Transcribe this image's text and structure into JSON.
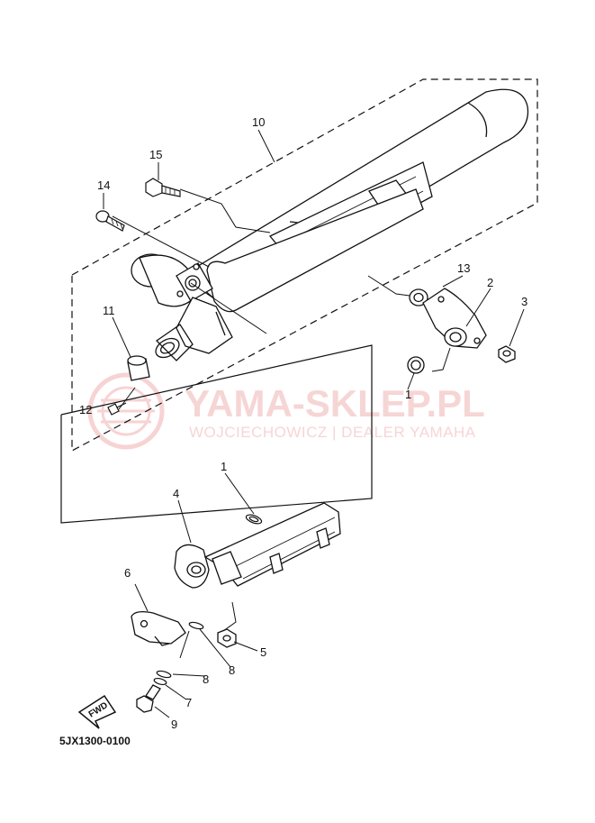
{
  "diagram_code": "5JX1300-0100",
  "watermark": {
    "title": "YAMA-SKLEP.PL",
    "subtitle": "WOJCIECHOWICZ | DEALER YAMAHA",
    "color": "#f2b8b8"
  },
  "forward_arrow_label": "FWD",
  "callouts": {
    "p1a": "1",
    "p1b": "1",
    "p2": "2",
    "p3": "3",
    "p4": "4",
    "p5": "5",
    "p6": "6",
    "p7": "7",
    "p8a": "8",
    "p8b": "8",
    "p9": "9",
    "p10": "10",
    "p11": "11",
    "p12": "12",
    "p13": "13",
    "p14": "14",
    "p15": "15"
  },
  "line_color": "#111111"
}
